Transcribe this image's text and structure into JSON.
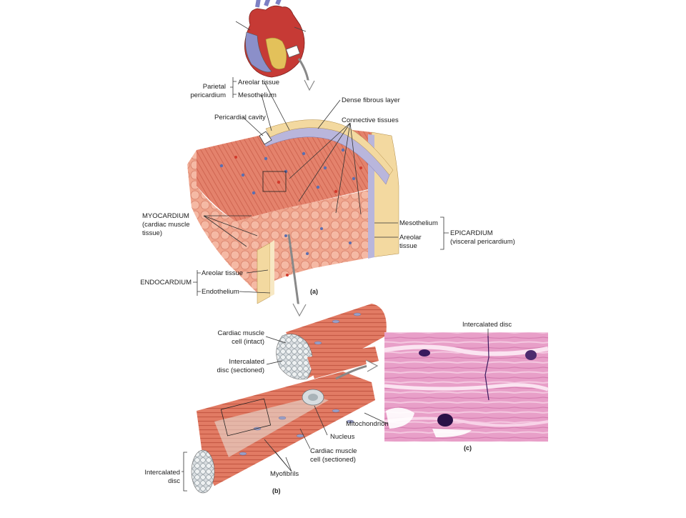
{
  "labels": {
    "parietal": [
      "Parietal",
      "pericardium"
    ],
    "areolar_tissue_top": "Areolar tissue",
    "mesothelium_top": "Mesothelium",
    "dense_fibrous_layer": "Dense fibrous layer",
    "pericardial_cavity": "Pericardial cavity",
    "connective_tissues": "Connective tissues",
    "myocardium": [
      "MYOCARDIUM",
      "(cardiac muscle",
      "tissue)"
    ],
    "mesothelium_right": "Mesothelium",
    "areolar_tissue_right": [
      "Areolar",
      "tissue"
    ],
    "epicardium": [
      "EPICARDIUM",
      "(visceral pericardium)"
    ],
    "endocardium": "ENDOCARDIUM",
    "areolar_tissue_endo": "Areolar tissue",
    "endothelium": "Endothelium",
    "panel_a": "(a)",
    "cardiac_cell_intact": [
      "Cardiac muscle",
      "cell (intact)"
    ],
    "intercalated_disc_sectioned": [
      "Intercalated",
      "disc (sectioned)"
    ],
    "intercalated_disc_micro": "Intercalated disc",
    "mitochondrion": "Mitochondrion",
    "nucleus": "Nucleus",
    "cardiac_cell_sectioned": [
      "Cardiac muscle",
      "cell (sectioned)"
    ],
    "intercalated_disc_bottom": [
      "Intercalated",
      "disc"
    ],
    "myofibrils": "Myofibrils",
    "panel_b": "(b)",
    "panel_c": "(c)"
  },
  "colors": {
    "muscle": "#e4826c",
    "muscle_dark": "#c85c48",
    "muscle_light": "#f2b3a0",
    "fat": "#f3d9a0",
    "mesothelium": "#b9b6dc",
    "histology": "#e69bc6",
    "nucleus_stain": "#3a1b5e"
  }
}
